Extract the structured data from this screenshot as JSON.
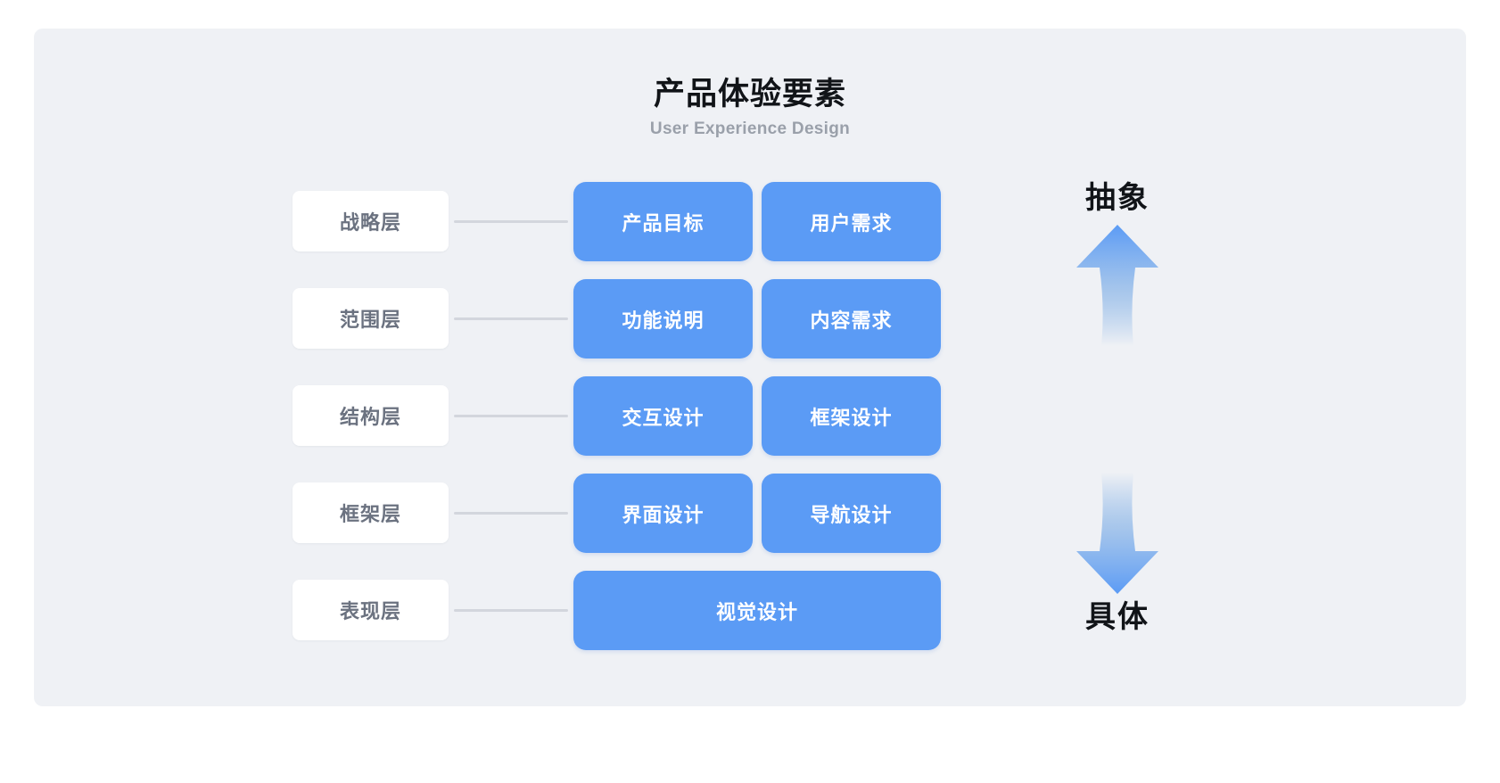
{
  "header": {
    "title": "产品体验要素",
    "subtitle": "User Experience Design"
  },
  "colors": {
    "page_background": "#ffffff",
    "panel_background": "#eff1f5",
    "card_blue": "#5b9bf5",
    "chip_background": "#ffffff",
    "chip_text": "#6b7280",
    "connector": "#d3d6dd",
    "title_text": "#111418",
    "subtitle_text": "#9aa0aa",
    "arrow_top": "#5b9bf5",
    "arrow_fade": "#eff1f5"
  },
  "diagram": {
    "rows": [
      {
        "layer": "战略层",
        "cards": [
          {
            "label": "产品目标"
          },
          {
            "label": "用户需求"
          }
        ]
      },
      {
        "layer": "范围层",
        "cards": [
          {
            "label": "功能说明"
          },
          {
            "label": "内容需求"
          }
        ]
      },
      {
        "layer": "结构层",
        "cards": [
          {
            "label": "交互设计"
          },
          {
            "label": "框架设计"
          }
        ]
      },
      {
        "layer": "框架层",
        "cards": [
          {
            "label": "界面设计"
          },
          {
            "label": "导航设计"
          }
        ]
      },
      {
        "layer": "表现层",
        "cards": [
          {
            "label": "视觉设计",
            "wide": true
          }
        ]
      }
    ]
  },
  "axis": {
    "top_label": "抽象",
    "bottom_label": "具体",
    "up_arrow_icon": "arrow-up-icon",
    "down_arrow_icon": "arrow-down-icon"
  }
}
